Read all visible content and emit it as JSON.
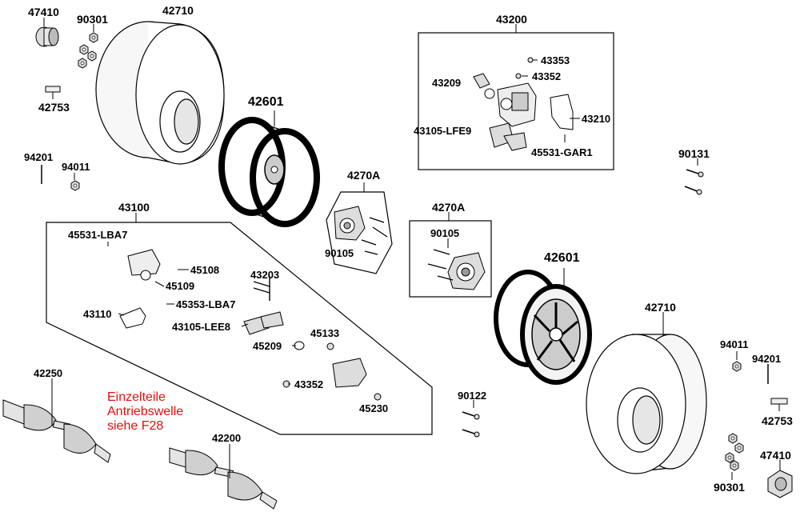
{
  "parts": {
    "p47410_top": "47410",
    "p90301_top": "90301",
    "p42710_top": "42710",
    "p42753_top": "42753",
    "p94201_top": "94201",
    "p94011_top": "94011",
    "p42601_top": "42601",
    "p43200": "43200",
    "p43353": "43353",
    "p43352_top": "43352",
    "p43209": "43209",
    "p43210": "43210",
    "p43105_lfe9": "43105-LFE9",
    "p45531_gar1": "45531-GAR1",
    "p90131": "90131",
    "p4270a_a": "4270A",
    "p90105_a": "90105",
    "p4270a_b": "4270A",
    "p90105_b": "90105",
    "p43100": "43100",
    "p45531_lba7": "45531-LBA7",
    "p45108": "45108",
    "p45109": "45109",
    "p43203": "43203",
    "p43110": "43110",
    "p45353_lba7": "45353-LBA7",
    "p43105_lee8": "43105-LEE8",
    "p45133": "45133",
    "p45209": "45209",
    "p43352_bot": "43352",
    "p45230": "45230",
    "p42601_bot": "42601",
    "p42710_bot": "42710",
    "p94011_bot": "94011",
    "p94201_bot": "94201",
    "p90122": "90122",
    "p42753_bot": "42753",
    "p47410_bot": "47410",
    "p90301_bot": "90301",
    "p42250": "42250",
    "p42200": "42200"
  },
  "note": {
    "line1": "Einzelteile",
    "line2": "Antriebswelle",
    "line3": "siehe F28"
  },
  "colors": {
    "note": "#e01010",
    "line": "#000000"
  }
}
